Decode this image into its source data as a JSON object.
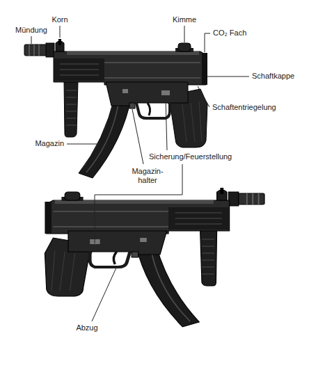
{
  "diagram": {
    "labels": [
      "Korn",
      "Kimme",
      "Mündung",
      "CO₂ Fach",
      "Schaftkappe",
      "Schaftentriegelung",
      "Magazin",
      "Magazin- halter",
      "Sicherung/Feuerstellung",
      "Abzug"
    ]
  }
}
